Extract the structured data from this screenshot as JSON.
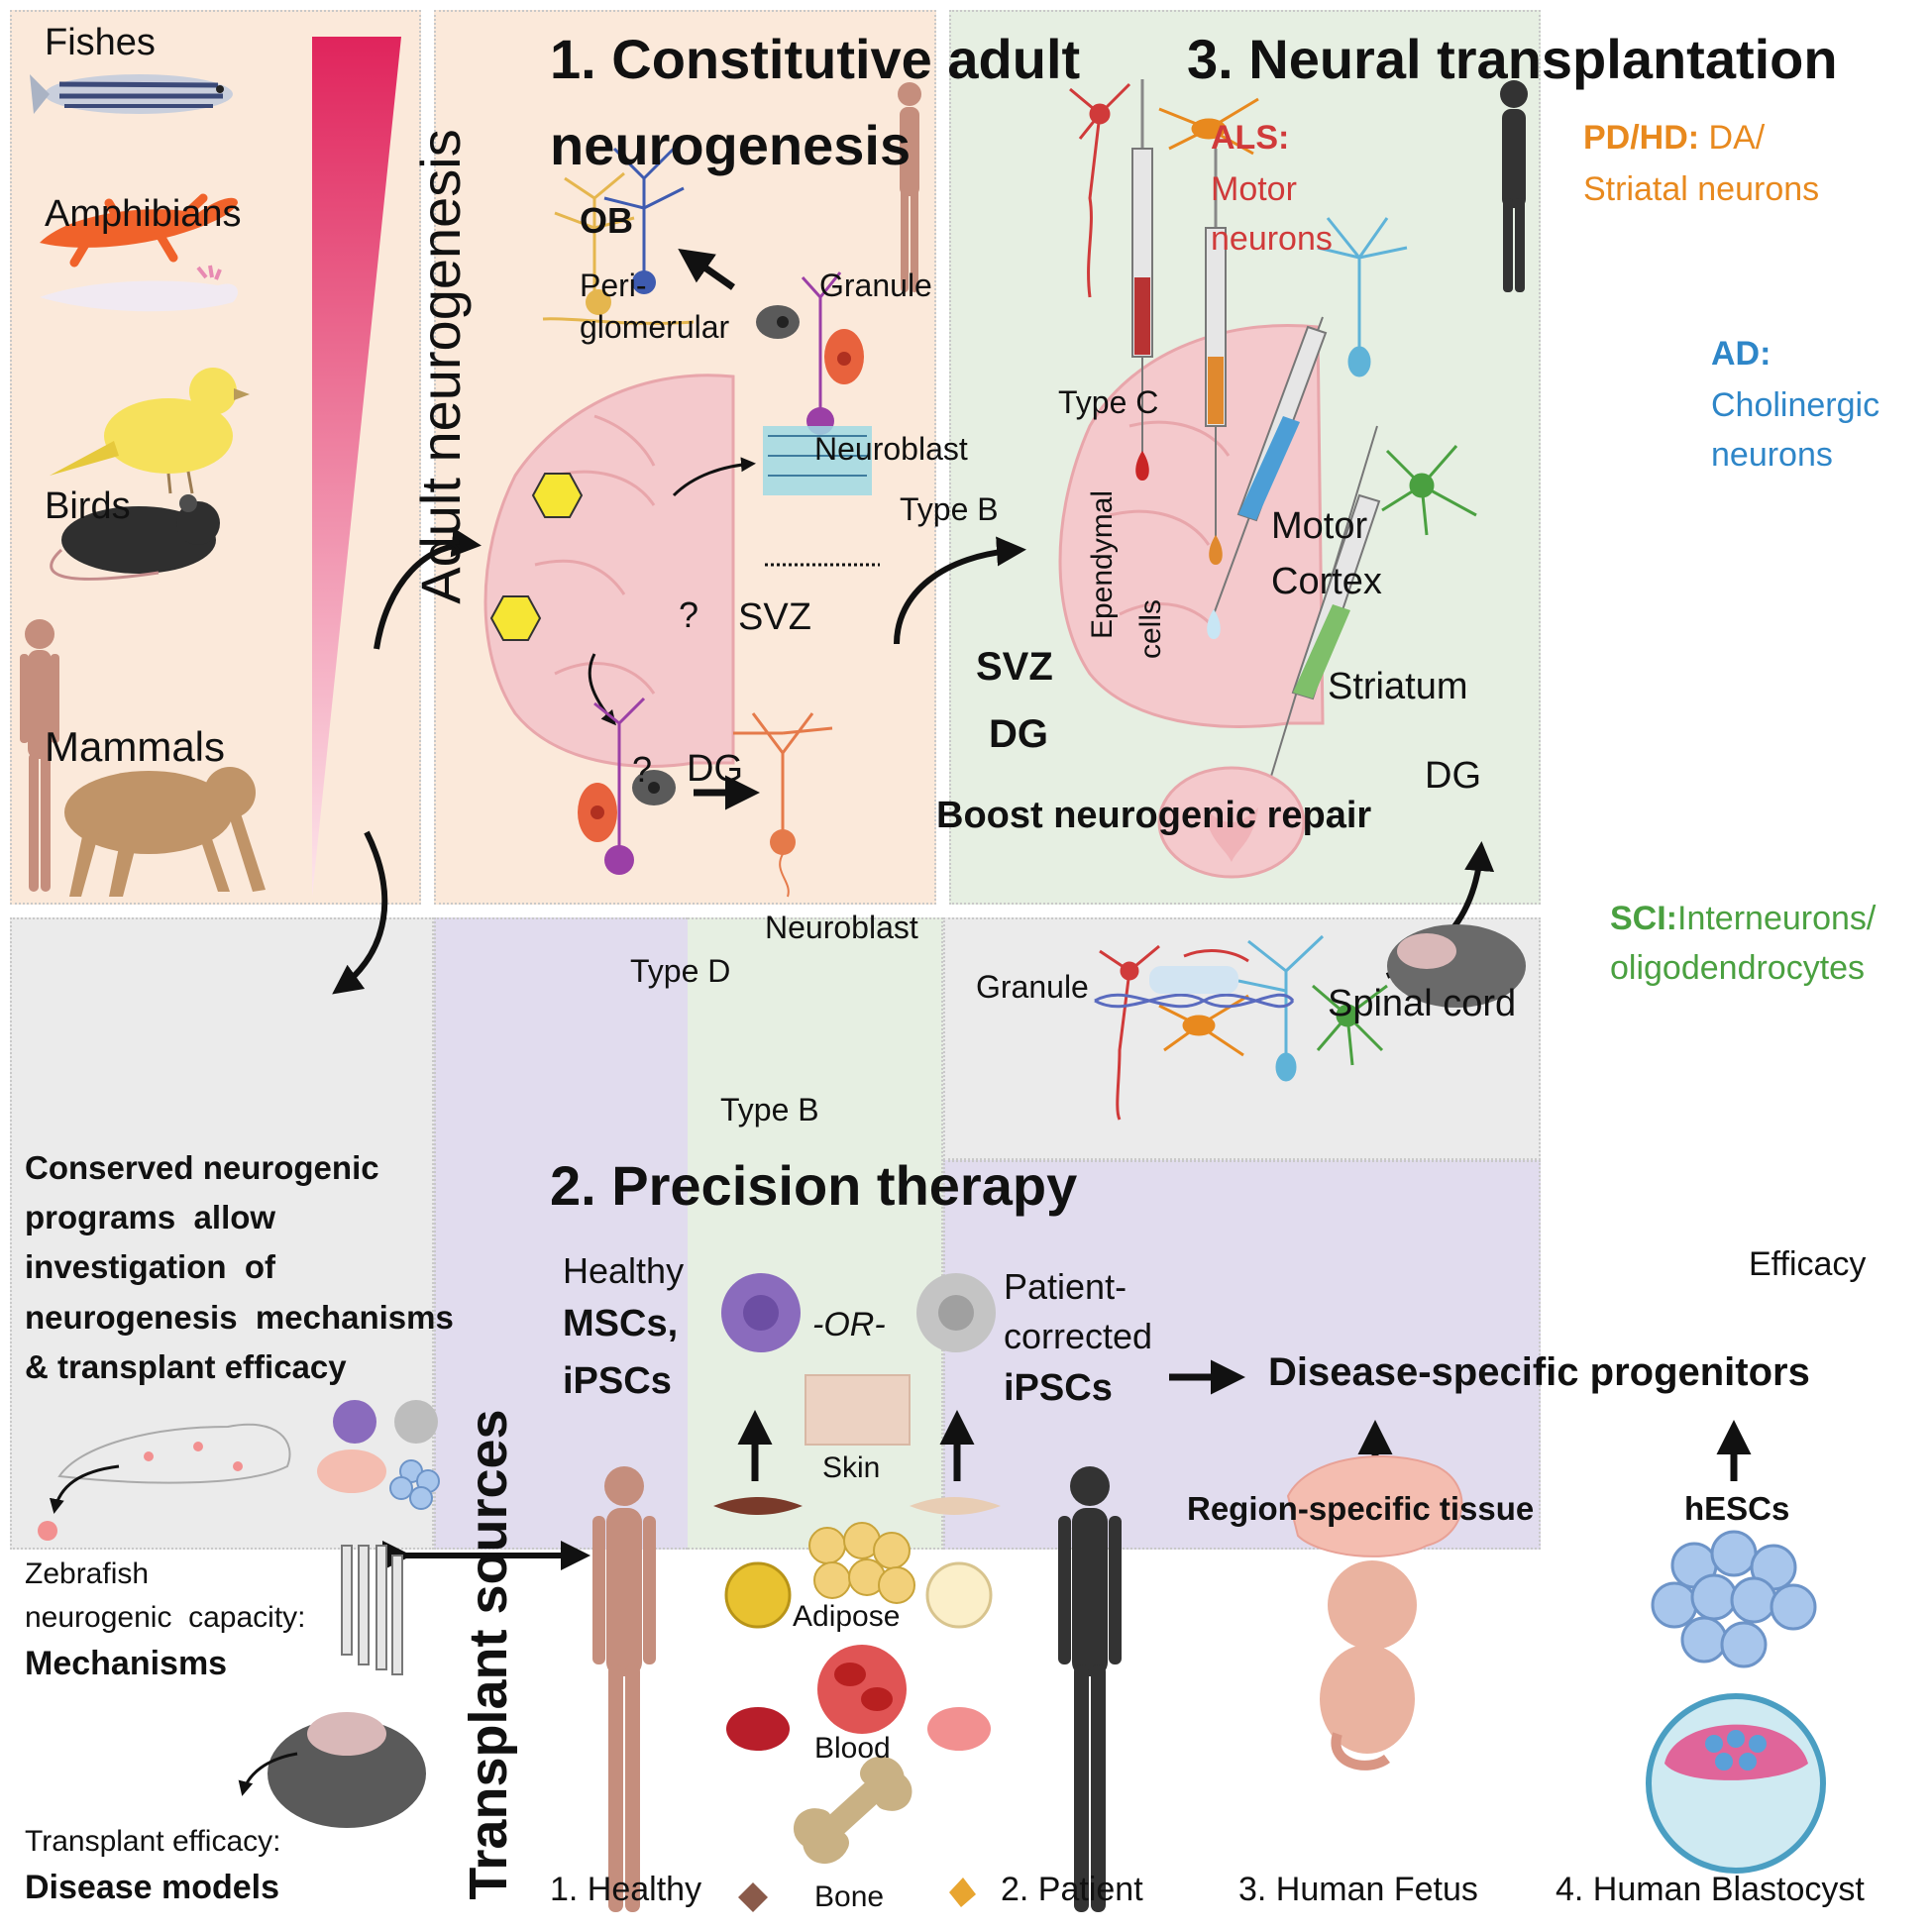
{
  "panels": {
    "p1_title_line1": "1. Constitutive adult",
    "p1_title_line2": "neurogenesis",
    "p2_title": "2. Precision therapy",
    "p3_title": "3. Neural transplantation"
  },
  "animals": {
    "fishes": "Fishes",
    "amphibians": "Amphibians",
    "birds": "Birds",
    "mammals": "Mammals",
    "gradient_label": "Adult neurogenesis"
  },
  "conserved": {
    "line1": "Conserved neurogenic",
    "line2": "programs  allow",
    "line3": "investigation  of",
    "line4": "neurogenesis  mechanisms",
    "line5": "& transplant efficacy",
    "zebrafish_line1": "Zebrafish",
    "zebrafish_line2": "neurogenic  capacity:",
    "mechanisms": "Mechanisms",
    "efficacy_label": "Transplant efficacy:",
    "disease_models": "Disease models",
    "transplant_sources": "Transplant sources"
  },
  "neurogenesis": {
    "ob": "OB",
    "peri_line1": "Peri-",
    "peri_line2": "glomerular",
    "granule_top": "Granule",
    "neuroblast_top": "Neuroblast",
    "type_c": "Type C",
    "type_b_top": "Type B",
    "ependymal_line1": "Ependymal",
    "ependymal_line2": "cells",
    "svz": "SVZ",
    "dg": "DG",
    "question": "?",
    "svz_center": "SVZ",
    "dg_center": "DG",
    "neuroblast_bottom": "Neuroblast",
    "type_d": "Type D",
    "granule_bottom": "Granule",
    "type_b_bottom": "Type B"
  },
  "transplant": {
    "als": "ALS:",
    "als_line1": "Motor",
    "als_line2": "neurons",
    "pdhd": "PD/HD:",
    "pdhd_line1": " DA/",
    "pdhd_line2": "Striatal neurons",
    "ad": "AD:",
    "ad_line1": "Cholinergic",
    "ad_line2": "neurons",
    "motor_line1": "Motor",
    "motor_line2": "Cortex",
    "striatum": "Striatum",
    "dg": "DG",
    "boost": "Boost neurogenic repair",
    "sci": "SCI:",
    "sci_line1": "Interneurons/",
    "sci_line2": "oligodendrocytes",
    "spinal": "Spinal cord"
  },
  "precision": {
    "healthy_label": "Healthy",
    "mscs": "MSCs,",
    "ipscs": "iPSCs",
    "or": "-OR-",
    "patient_line1": "Patient-",
    "patient_line2": "corrected",
    "patient_ipscs": "iPSCs",
    "skin": "Skin",
    "adipose": "Adipose",
    "blood": "Blood",
    "bone": "Bone",
    "healthy_bottom": "1. Healthy",
    "patient_bottom": "2. Patient"
  },
  "sources": {
    "efficacy": "Efficacy",
    "disease_specific": "Disease-specific progenitors",
    "region_specific": "Region-specific tissue",
    "hescs": "hESCs",
    "fetus": "3. Human Fetus",
    "blastocyst": "4. Human Blastocyst"
  },
  "colors": {
    "panel_peach": "#fbe9da",
    "panel_green": "#e6efe2",
    "panel_grey": "#ebebeb",
    "panel_lavender": "#e1dcee",
    "als_red": "#d03a3a",
    "pd_orange": "#e8891e",
    "ad_blue": "#2e86c8",
    "sci_green": "#4aa040",
    "gradient_top": "#e0245c"
  }
}
